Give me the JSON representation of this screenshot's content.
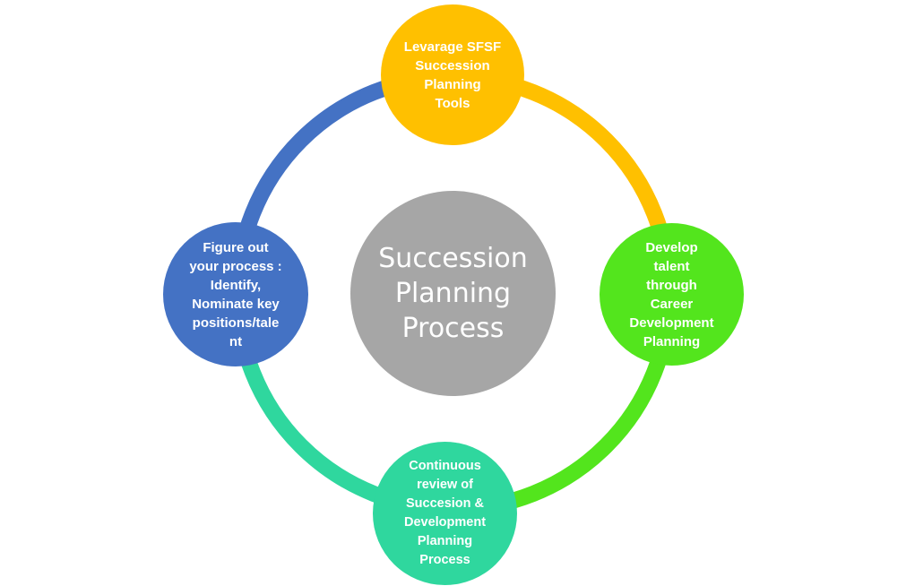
{
  "colors": {
    "center": "#a6a6a6",
    "top": "#ffc000",
    "right": "#53e51d",
    "bottom": "#2fd79e",
    "left": "#4472c4",
    "text": "#ffffff"
  },
  "center": {
    "label": "Succession\nPlanning\nProcess"
  },
  "nodes": {
    "top": {
      "label": "Levarage SFSF\nSuccession\nPlanning\nTools"
    },
    "right": {
      "label": "Develop\ntalent\nthrough\nCareer\nDevelopment\nPlanning"
    },
    "bottom": {
      "label": "Continuous\nreview of\nSuccesion &\nDevelopment\nPlanning\nProcess"
    },
    "left": {
      "label": "Figure out\nyour process :\nIdentify,\nNominate key\npositions/tale\nnt"
    }
  }
}
